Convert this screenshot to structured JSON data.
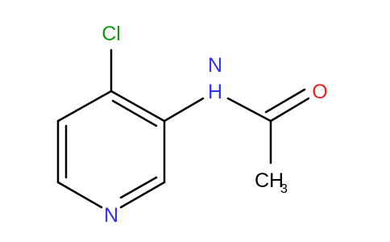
{
  "molecule": {
    "colors": {
      "bond": "#000000",
      "carbon": "#000000",
      "nitrogen": "#3333ee",
      "oxygen": "#ee2222",
      "chlorine": "#119911"
    },
    "atoms": {
      "chlorine": "Cl",
      "amide_nitrogen": "N",
      "amide_hydrogen": "H",
      "carbonyl_oxygen": "O",
      "ring_nitrogen": "N",
      "methyl_carbon": "CH",
      "methyl_subscript": "3"
    }
  }
}
